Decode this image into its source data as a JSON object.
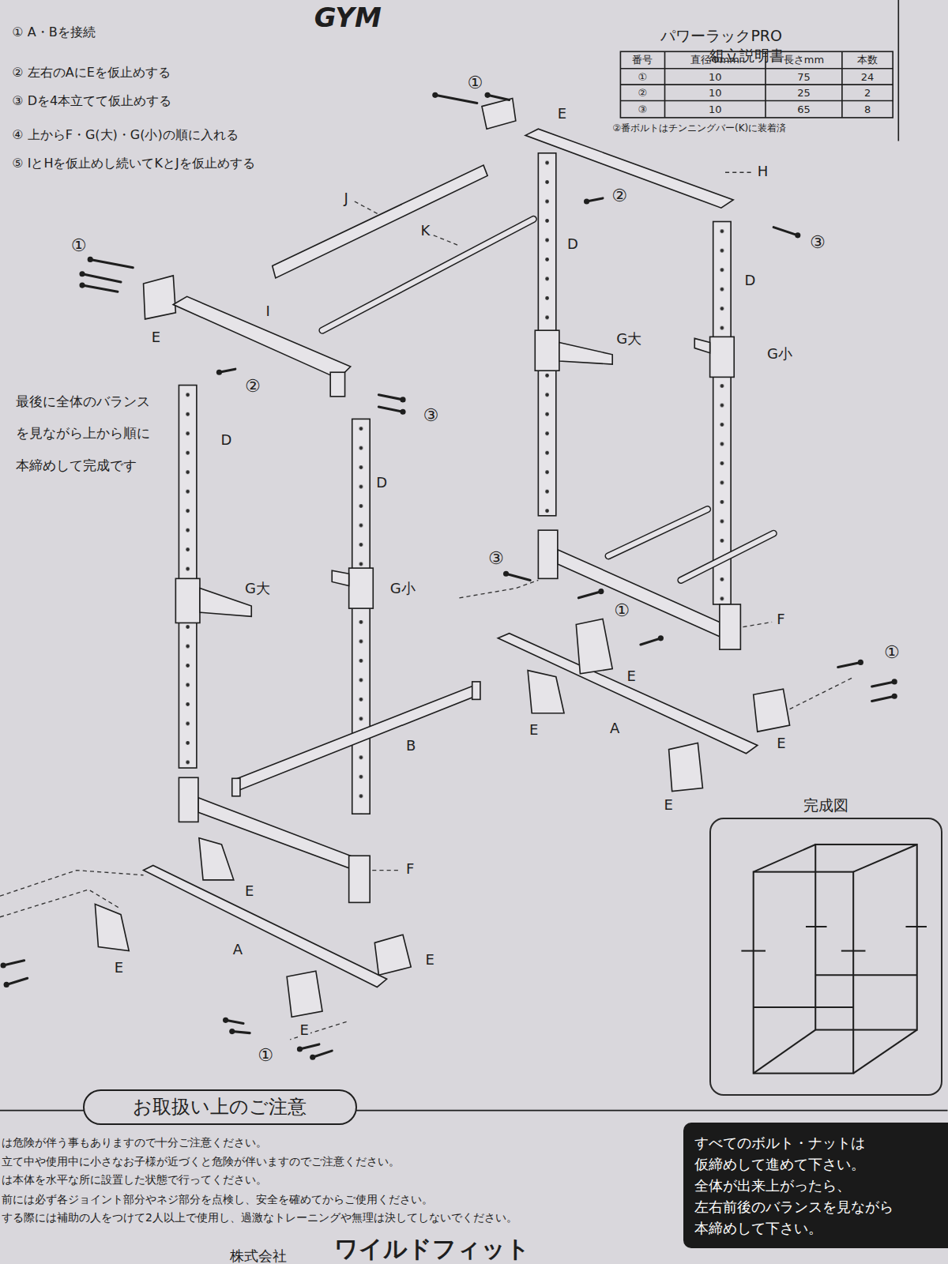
{
  "diagram": {
    "title": "パワーラックPRO",
    "nodes": [
      {
        "text": [
          "お取扱い上のご注意"
        ]
      },
      {
        "text": [
          "すべてのボルト・ナットは 仮締めして進めて下さい。 全体が出来上がったら、 左右前後のバランスを見ながら 本締めして下さい。"
        ]
      },
      {
        "text": [
          "完成図"
        ]
      }
    ],
    "labels": [
      "GYM",
      "組立説明書",
      "① A・Bを接続",
      "② 左右のAにEを仮止めする",
      "③ Dを4本立てて仮止めする",
      "④ 上からF・G(大)・G(小)の順に入れる",
      "⑤ IとHを仮止めし続いてKとJを仮止めする",
      "番号",
      "直径Φmm",
      "長さmm",
      "本数",
      "①",
      "10",
      "75",
      "24",
      "②",
      "10",
      "25",
      "2",
      "③",
      "10",
      "65",
      "8",
      "②番ボルトはチンニングバー(K)に装着済",
      "最後に全体のバランス を見ながら上から順に 本締めして完成です",
      "①",
      "E",
      "H",
      "②",
      "③",
      "J",
      "K",
      "D",
      "D",
      "①",
      "E",
      "I",
      "G大",
      "G小",
      "②",
      "③",
      "D",
      "D",
      "G大",
      "G小",
      "③",
      "①",
      "F",
      "①",
      "E",
      "E",
      "A",
      "B",
      "E",
      "E",
      "F",
      "E",
      "A",
      "E",
      "E",
      "E",
      "①",
      "は危険が伴う事もありますので十分ご注意ください。",
      "立て中や使用中に小さなお子様が近づくと危険が伴いますのでご注意ください。",
      "は本体を水平な所に設置した状態で行ってください。",
      "前には必ず各ジョイント部分やネジ部分を点検し、安全を確めてからご使用ください。",
      "する際には補助の人をつけて2人以上で使用し、過激なトレーニングや無理は決してしないでください。",
      "株式会社",
      "ワイルドフィット"
    ]
  }
}
